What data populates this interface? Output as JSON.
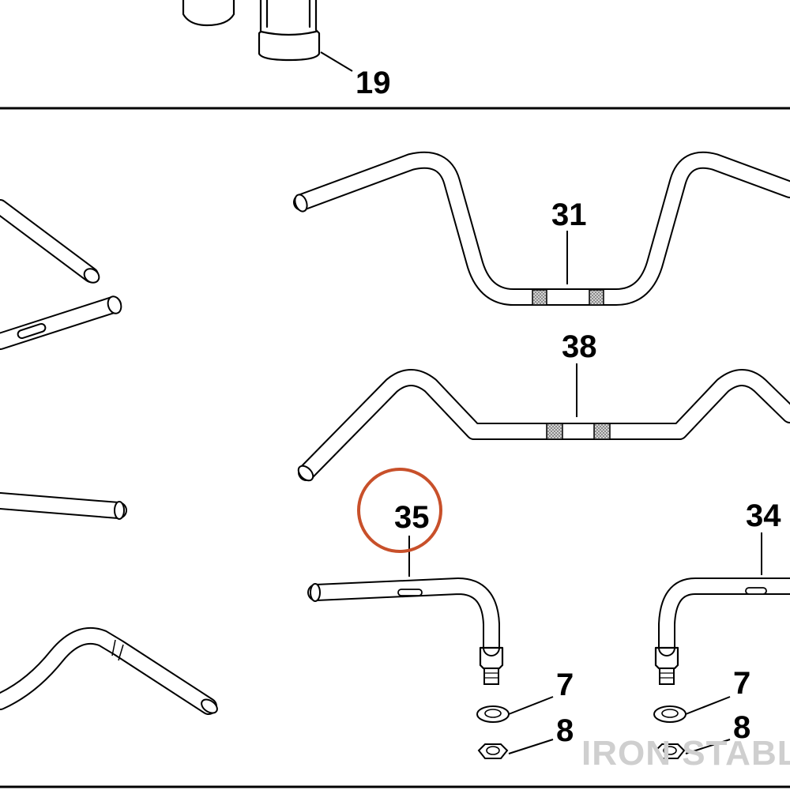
{
  "callouts": {
    "part_19": "19",
    "part_31": "31",
    "part_38": "38",
    "part_35": "35",
    "part_34": "34",
    "part_7_left": "7",
    "part_8_left": "8",
    "part_7_right": "7",
    "part_8_right": "8"
  },
  "highlight": {
    "circled_part": "35",
    "color": "#c8502a"
  },
  "watermark": {
    "text": "IRON STABLE S"
  },
  "colors": {
    "line": "#000000",
    "background": "#ffffff",
    "knurl": "#bdbdbd",
    "watermark": "#cfcfcf"
  }
}
